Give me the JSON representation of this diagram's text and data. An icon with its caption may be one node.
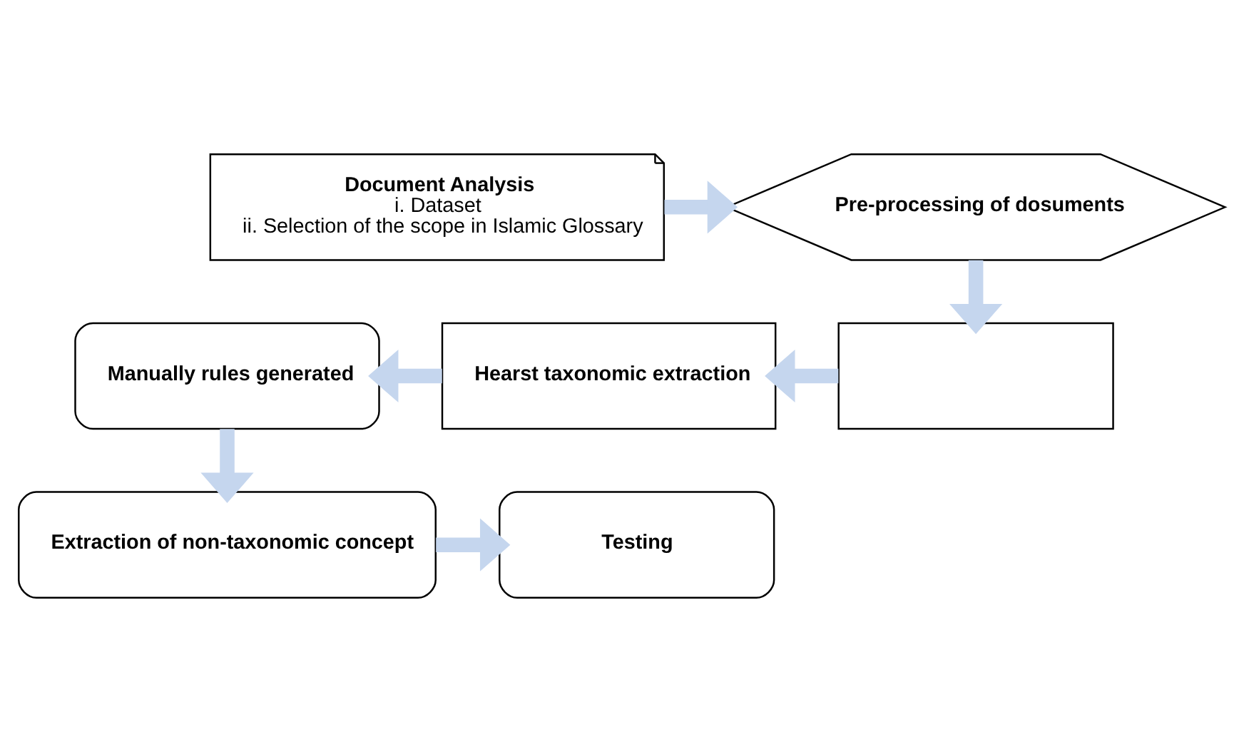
{
  "diagram": {
    "nodes": [
      {
        "text": [
          "Document Analysis",
          "i. Dataset",
          "ii. Selection of the scope in Islamic Glossary"
        ]
      },
      {
        "text": [
          "Pre-processing of dosuments"
        ]
      },
      {
        "text": [],
        "shape": "box"
      },
      {
        "text": [
          "Hearst taxonomic extraction"
        ]
      },
      {
        "text": [
          "Manually rules generated"
        ]
      },
      {
        "text": [
          "Extraction of non-taxonomic concept"
        ]
      },
      {
        "text": [
          "Testing"
        ]
      }
    ],
    "edges": [
      {
        "from": 0,
        "to": 1,
        "arrow": "to",
        "color": "#c5d6ee"
      },
      {
        "from": 1,
        "to": 2,
        "arrow": "to",
        "color": "#c5d6ee"
      },
      {
        "from": 2,
        "to": 3,
        "arrow": "to",
        "color": "#c5d6ee"
      },
      {
        "from": 3,
        "to": 4,
        "arrow": "to",
        "color": "#c5d6ee"
      },
      {
        "from": 4,
        "to": 5,
        "arrow": "to",
        "color": "#c5d6ee"
      },
      {
        "from": 5,
        "to": 6,
        "arrow": "to",
        "color": "#c5d6ee"
      }
    ]
  }
}
